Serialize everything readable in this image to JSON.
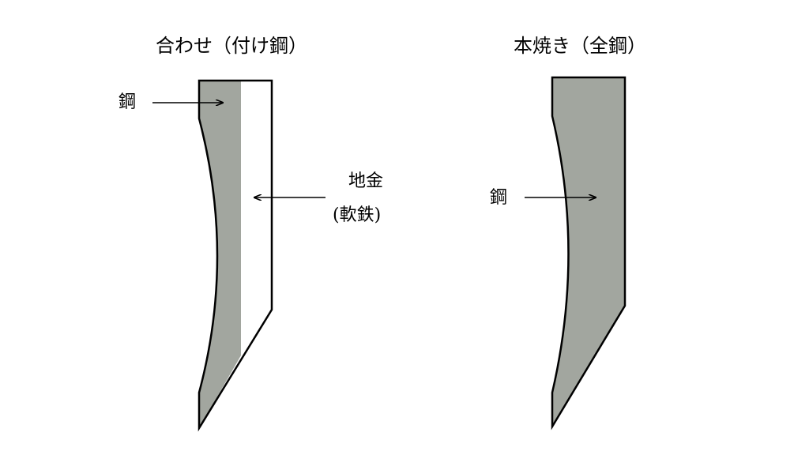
{
  "left": {
    "title": "合わせ（付け鋼）",
    "steel_label": "鋼",
    "core_label_line1": "地金",
    "core_label_line2": "(軟鉄)"
  },
  "right": {
    "title": "本焼き（全鋼）",
    "steel_label": "鋼"
  },
  "colors": {
    "steel": "#a2a69f",
    "soft_iron": "#ffffff",
    "outline": "#000000"
  }
}
